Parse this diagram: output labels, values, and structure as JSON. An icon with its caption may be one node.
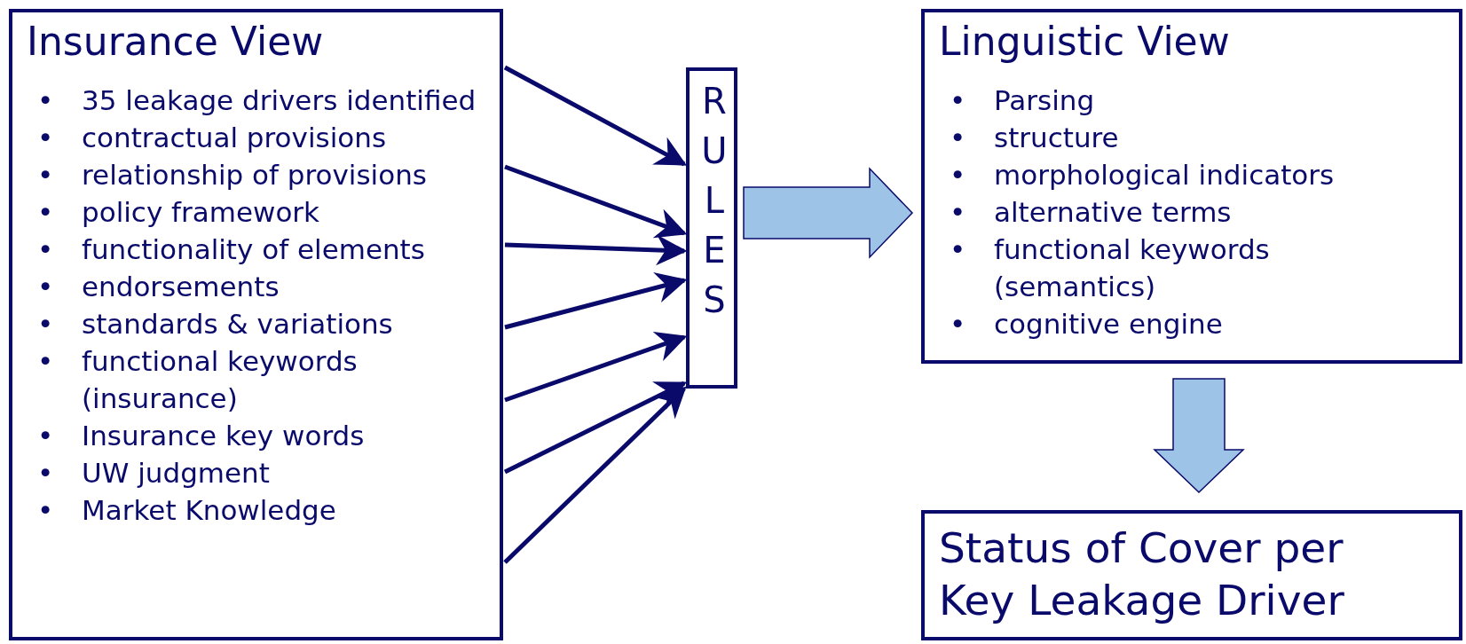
{
  "diagram": {
    "nodes": [
      {
        "text": [
          "Insurance View",
          "35 leakage drivers identified",
          "contractual provisions",
          "relationship of provisions",
          "policy framework",
          "functionality of elements",
          "endorsements",
          "standards & variations",
          "functional keywords (insurance)",
          "Insurance key words",
          "UW judgment",
          "Market Knowledge"
        ]
      },
      {
        "text": [
          "RULES"
        ]
      },
      {
        "text": [
          "Linguistic View",
          "Parsing",
          "structure",
          "morphological indicators",
          "alternative terms",
          "functional keywords (semantics)",
          "cognitive engine"
        ]
      },
      {
        "text": [
          "Status of Cover per Key Leakage Driver"
        ]
      }
    ],
    "edges": [
      {
        "from": 0,
        "to": 1,
        "arrow": "to"
      },
      {
        "from": 0,
        "to": 1,
        "arrow": "to"
      },
      {
        "from": 0,
        "to": 1,
        "arrow": "to"
      },
      {
        "from": 0,
        "to": 1,
        "arrow": "to"
      },
      {
        "from": 0,
        "to": 1,
        "arrow": "to"
      },
      {
        "from": 0,
        "to": 1,
        "arrow": "to"
      },
      {
        "from": 0,
        "to": 1,
        "arrow": "to"
      },
      {
        "from": 1,
        "to": 2,
        "arrow": "to",
        "style": "thick",
        "color": "#9dc3e6"
      },
      {
        "from": 2,
        "to": 3,
        "arrow": "to",
        "style": "thick",
        "color": "#9dc3e6"
      }
    ],
    "labels": [
      "•",
      "•",
      "•",
      "•",
      "•",
      "•",
      "•",
      "•",
      "•",
      "•",
      "•",
      "•",
      "•",
      "•",
      "•",
      "•",
      "•"
    ]
  }
}
